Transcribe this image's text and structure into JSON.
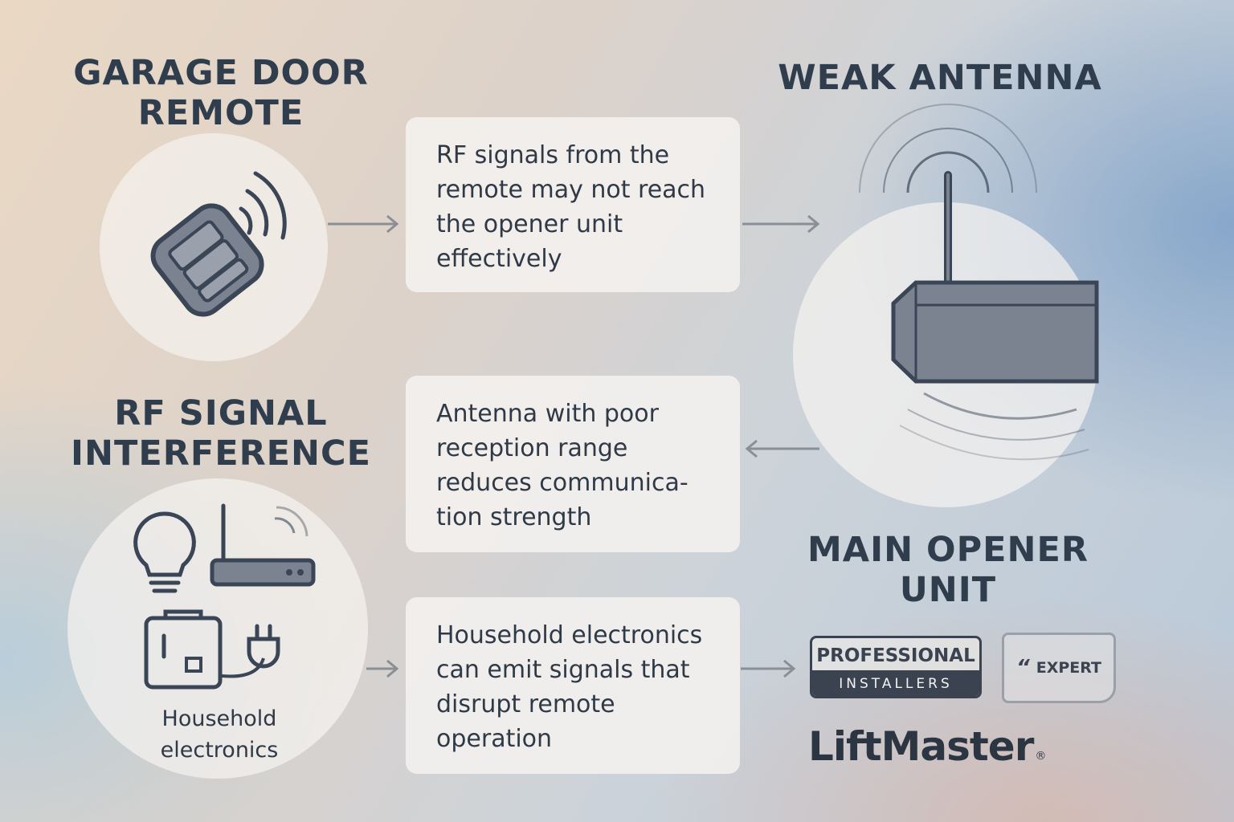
{
  "sections": {
    "remote": {
      "title": "GARAGE DOOR\nREMOTE"
    },
    "antenna": {
      "title": "WEAK ANTENNA"
    },
    "interference": {
      "title": "RF SIGNAL\nINTERFERENCE",
      "caption": "Household\nelectronics"
    },
    "opener": {
      "title": "MAIN OPENER\nUNIT"
    }
  },
  "boxes": {
    "remote_signal": "RF signals from the\nremote may not reach\nthe opener unit\neffectively",
    "antenna_range": "Antenna with poor\nreception range\nreduces communica-\ntion strength",
    "electronics": "Household electronics\ncan emit signals that\ndisrupt remote\noperation"
  },
  "badges": {
    "professional_line1": "PROFESSIONAL",
    "professional_line2": "INSTALLERS",
    "expert": "EXPERT",
    "brand_logo": "LiftMaster"
  },
  "icons": [
    "remote-icon",
    "antenna-icon",
    "opener-unit-icon",
    "light-bulb-icon",
    "router-icon",
    "power-outlet-icon",
    "power-plug-icon",
    "arrow-icon"
  ],
  "colors": {
    "heading": "#2f3d4d",
    "icon_stroke": "#3a4656",
    "icon_fill": "#7b8391",
    "arrow": "#8a8f96",
    "badge_dark": "#3b4350"
  }
}
